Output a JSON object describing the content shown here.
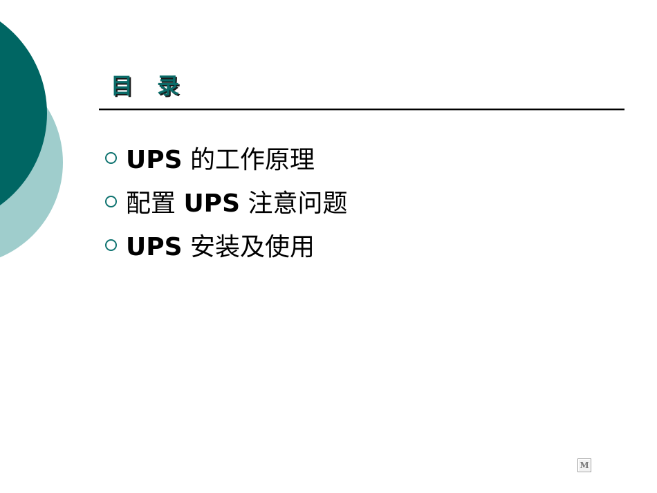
{
  "slide": {
    "title": "目 录",
    "colors": {
      "dark_circle": "#006663",
      "light_circle": "#9fcdcc",
      "title": "#0b6b68",
      "bullet_marker": "#0f7370",
      "text": "#000000"
    },
    "bullets": [
      {
        "latin": "UPS",
        "cjk": " 的工作原理",
        "order": "latin-first"
      },
      {
        "cjk": "配置 ",
        "latin": "UPS",
        "cjk2": " 注意问题",
        "order": "cjk-first"
      },
      {
        "latin": "UPS",
        "cjk": " 安装及使用",
        "order": "latin-first"
      }
    ],
    "bullet_icon": "hollow-circle-bullet-icon",
    "nav_button": {
      "label": "M",
      "icon": "menu-icon"
    }
  }
}
